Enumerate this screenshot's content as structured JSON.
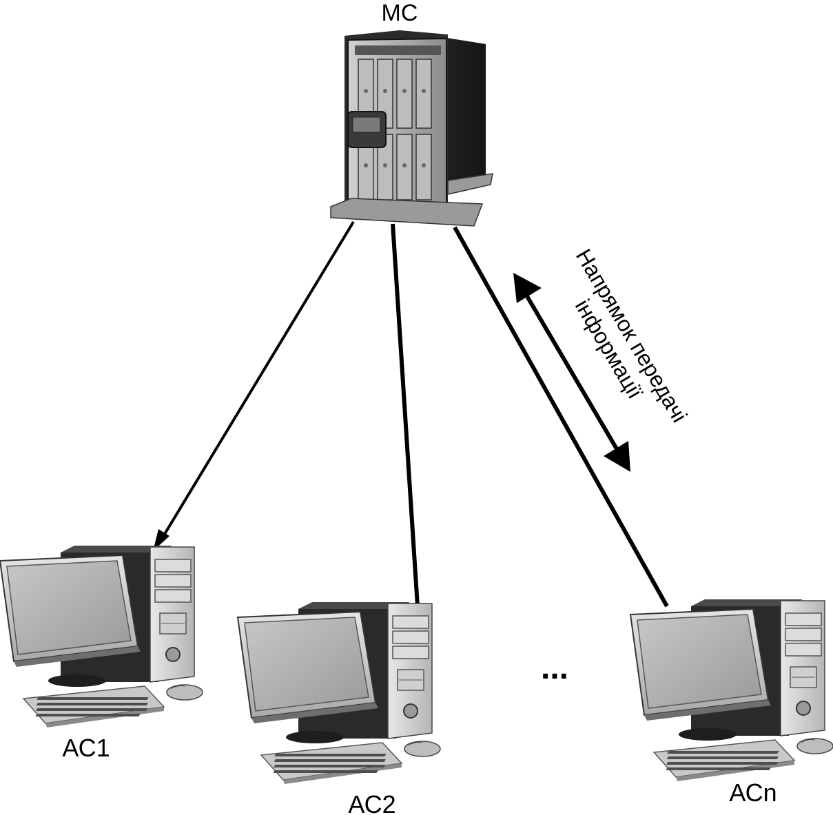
{
  "server": {
    "label": "МС"
  },
  "stations": [
    {
      "label": "АС1"
    },
    {
      "label": "АС2"
    },
    {
      "label": "АСn"
    }
  ],
  "ellipsis": "...",
  "direction": {
    "line1": "Напрямок передачі",
    "line2": "інформації"
  }
}
